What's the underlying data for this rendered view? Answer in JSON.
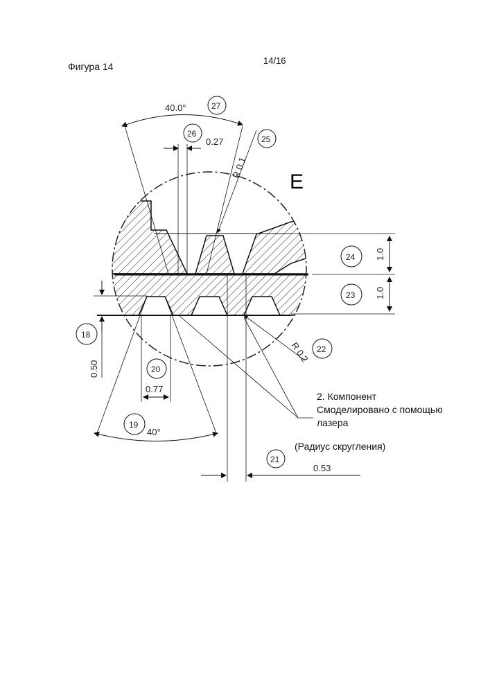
{
  "header": {
    "figure_label": "Фигура 14",
    "page_number": "14/16"
  },
  "view_letter": "E",
  "dimensions": {
    "angle_top": "40.0°",
    "width_top": "0.27",
    "radius_top": "R 0.1",
    "height_upper": "1.0",
    "height_lower": "1.0",
    "radius_bottom": "R 0.2",
    "height_left": "0.50",
    "width_bottom": "0.77",
    "angle_bottom": "40°",
    "width_right": "0.53"
  },
  "callouts": {
    "c27": "27",
    "c26": "26",
    "c25": "25",
    "c24": "24",
    "c23": "23",
    "c22": "22",
    "c21": "21",
    "c20": "20",
    "c19": "19",
    "c18": "18"
  },
  "annotations": {
    "component_line1": "2. Компонент",
    "component_line2": "Смоделировано с помощью",
    "component_line3": "лазера",
    "radius_note": "(Радиус скругления)"
  }
}
